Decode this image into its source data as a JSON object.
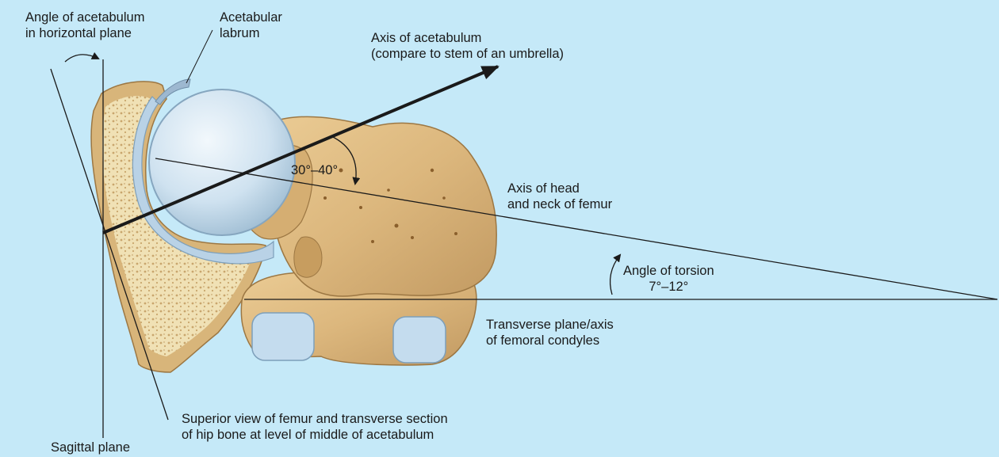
{
  "labels": {
    "acetabulum_angle": [
      "Angle of acetabulum",
      "in horizontal plane"
    ],
    "labrum": [
      "Acetabular",
      "labrum"
    ],
    "acetabulum_axis": [
      "Axis of acetabulum",
      "(compare to stem of an umbrella)"
    ],
    "angle_range": "30°–40°",
    "head_neck_axis": [
      "Axis of head",
      "and neck of femur"
    ],
    "torsion": [
      "Angle of torsion",
      "7°–12°"
    ],
    "transverse": [
      "Transverse plane/axis",
      "of femoral condyles"
    ],
    "caption": [
      "Superior view of femur and transverse section",
      "of hip bone at level of middle of acetabulum"
    ],
    "sagittal": "Sagittal plane"
  },
  "colors": {
    "background": "#c5e9f8",
    "bone": "#ddb97f",
    "bone_shadow": "#b58c52",
    "cartilage": "#c4dcee",
    "cartilage_edge": "#8fb0c8",
    "marrow": "#efe1b8",
    "line": "#1a1a1a"
  }
}
